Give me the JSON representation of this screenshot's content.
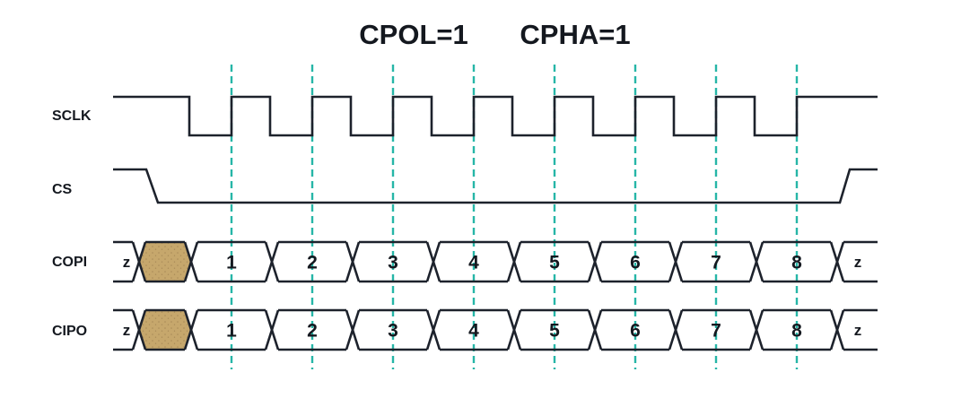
{
  "title": {
    "cpol": "CPOL=1",
    "cpha": "CPHA=1"
  },
  "signals": [
    {
      "name": "SCLK",
      "type": "clock",
      "idle_level": "high",
      "pulses": 8
    },
    {
      "name": "CS",
      "type": "chip-select",
      "active": "low"
    },
    {
      "name": "COPI",
      "type": "bus",
      "idle": "z",
      "bits": [
        "1",
        "2",
        "3",
        "4",
        "5",
        "6",
        "7",
        "8"
      ]
    },
    {
      "name": "CIPO",
      "type": "bus",
      "idle": "z",
      "bits": [
        "1",
        "2",
        "3",
        "4",
        "5",
        "6",
        "7",
        "8"
      ]
    }
  ],
  "sample_lines": {
    "count": 8,
    "style": "dashed",
    "aligned_with": "rising clock edges / bit centers"
  },
  "colors": {
    "line": "#1d222c",
    "sample_line": "#26b6a7",
    "undefined_fill": "#c6a76c",
    "undefined_dots": "#a98a57",
    "background": "#ffffff",
    "text": "#14181f"
  }
}
